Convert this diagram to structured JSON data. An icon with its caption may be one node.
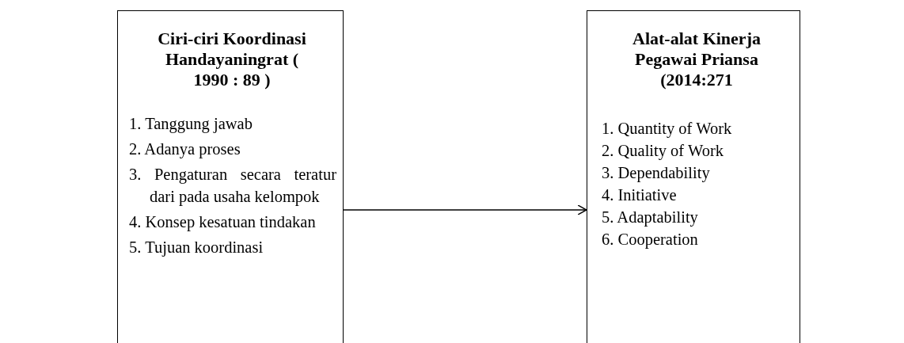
{
  "diagram": {
    "nodes": [
      {
        "text": [
          "Ciri-ciri Koordinasi Handayaningrat ( 1990 : 89 )",
          "1. Tanggung jawab",
          "2. Adanya proses",
          "3. Pengaturan secara teratur dari pada usaha kelompok",
          "4. Konsep kesatuan tindakan",
          "5. Tujuan koordinasi"
        ]
      },
      {
        "text": [
          "Alat-alat Kinerja Pegawai Priansa (2014:271",
          "1. Quantity of Work",
          "2. Quality of Work",
          "3. Dependability",
          "4. Initiative",
          "5. Adaptability",
          "6. Cooperation"
        ]
      }
    ],
    "edges": [
      {
        "from": 0,
        "to": 1,
        "arrow": "to"
      }
    ]
  }
}
